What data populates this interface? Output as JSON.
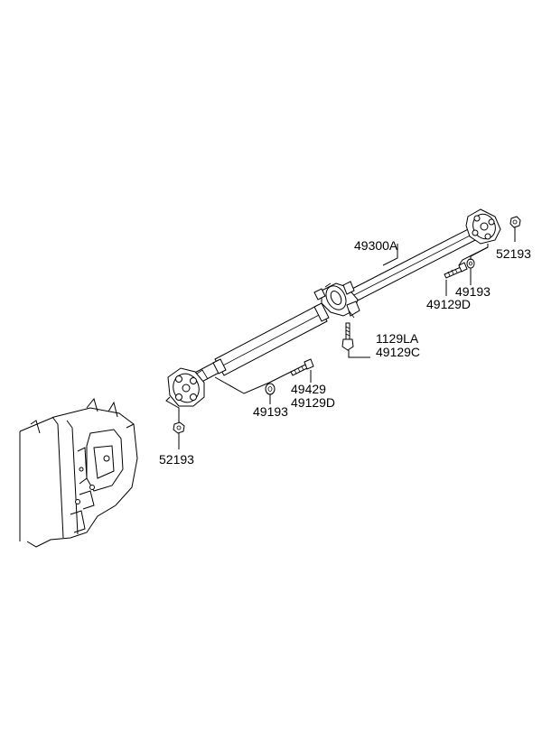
{
  "labels": {
    "shaft_assy": "49300A",
    "nut_front": "52193",
    "nut_rear": "52193",
    "washer_front": "49193",
    "washer_rear": "49193",
    "bolt_front": "49129D",
    "bolt_rear": "49129D",
    "center_bracket_bolt": "1129LA",
    "center_bearing": "49129C",
    "flange_yoke": "49429"
  }
}
